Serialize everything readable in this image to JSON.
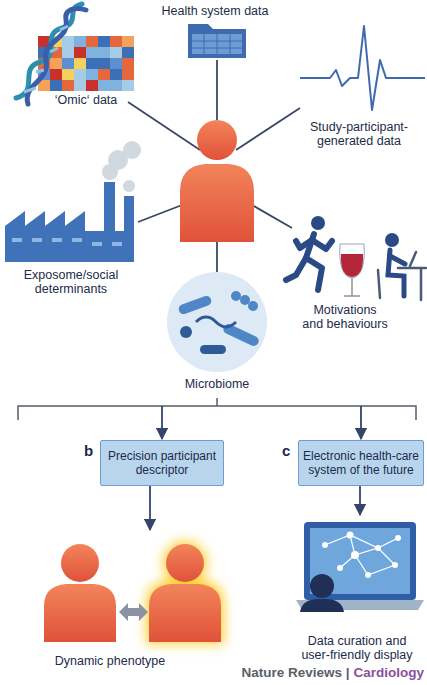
{
  "diagram": {
    "nodes": [
      {
        "text": [
          "b",
          "Precision participant descriptor"
        ]
      },
      {
        "text": [
          "c",
          "Electronic health-care system of the future"
        ]
      },
      {
        "text": [
          "Dynamic phenotype"
        ]
      },
      {
        "text": [
          "Data curation and user-friendly display"
        ]
      }
    ],
    "edges": [
      {
        "from": 0,
        "to": 2,
        "arrow": "to"
      },
      {
        "from": 1,
        "to": 3,
        "arrow": "to"
      }
    ],
    "labels": [
      "Health system data",
      "‘Omic‘ data",
      "Study-participant-generated data",
      "Exposome/social determinants",
      "Motivations and behaviours",
      "Microbiome",
      "Nature Reviews |",
      "Cardiology"
    ]
  }
}
